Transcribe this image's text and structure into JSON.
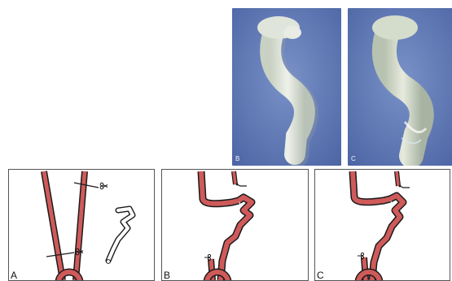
{
  "photos": [
    {
      "letter": "B"
    },
    {
      "letter": "C"
    }
  ],
  "diagrams": [
    {
      "letter": "A"
    },
    {
      "letter": "B"
    },
    {
      "letter": "C"
    }
  ],
  "colors": {
    "photo_background": "#5f79b6",
    "model_color": "#d9e0d4",
    "artery_fill": "#cf5a5a",
    "outline": "#1a1a1a"
  },
  "icons": [
    "scissors-icon",
    "needle-holder-icon"
  ]
}
